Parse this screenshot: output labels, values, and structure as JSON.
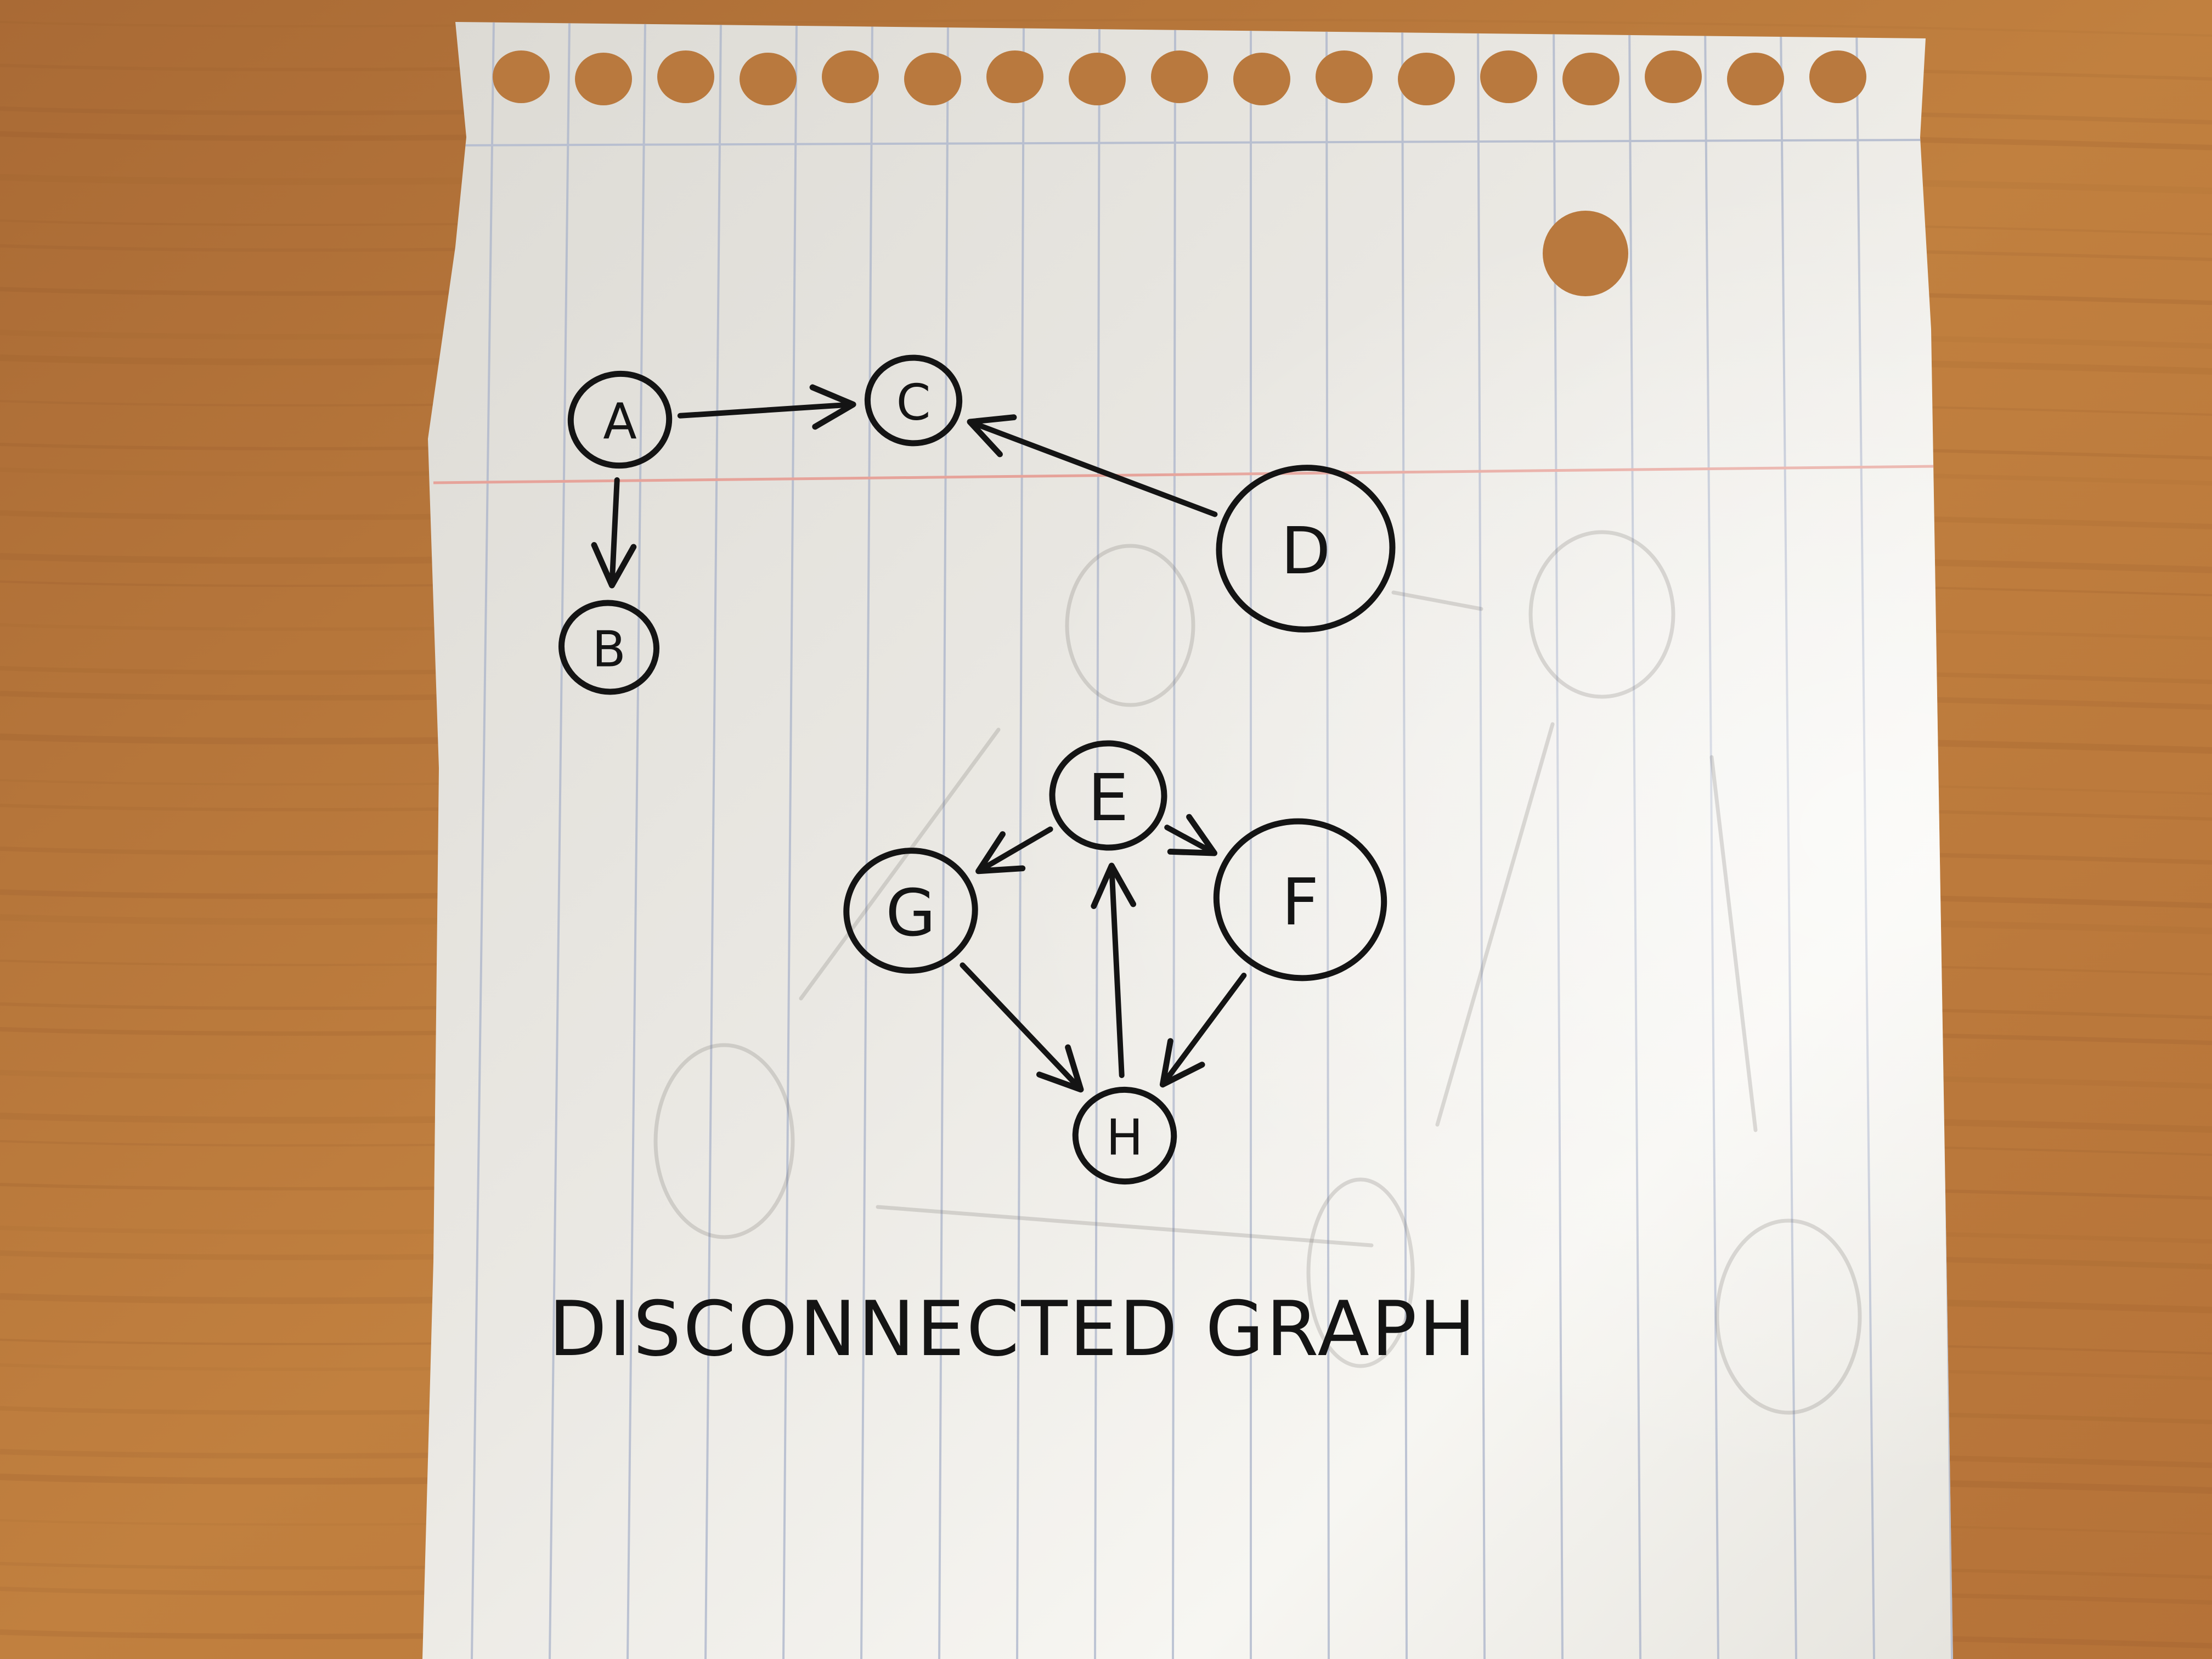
{
  "caption": "DISCONNECTED GRAPH",
  "nodes": [
    {
      "id": "A",
      "label": "A"
    },
    {
      "id": "C",
      "label": "C"
    },
    {
      "id": "B",
      "label": "B"
    },
    {
      "id": "D",
      "label": "D"
    },
    {
      "id": "E",
      "label": "E"
    },
    {
      "id": "F",
      "label": "F"
    },
    {
      "id": "G",
      "label": "G"
    },
    {
      "id": "H",
      "label": "H"
    }
  ],
  "edges": [
    {
      "from": "A",
      "to": "C"
    },
    {
      "from": "A",
      "to": "B"
    },
    {
      "from": "D",
      "to": "C"
    },
    {
      "from": "E",
      "to": "F"
    },
    {
      "from": "E",
      "to": "G"
    },
    {
      "from": "G",
      "to": "H"
    },
    {
      "from": "F",
      "to": "H"
    },
    {
      "from": "H",
      "to": "E"
    }
  ],
  "colors": {
    "ink": "#141414",
    "paper": "#f1efea",
    "ruled_line": "#a9b3c9",
    "margin_line": "#e6a39a",
    "table": "#b9793e"
  }
}
